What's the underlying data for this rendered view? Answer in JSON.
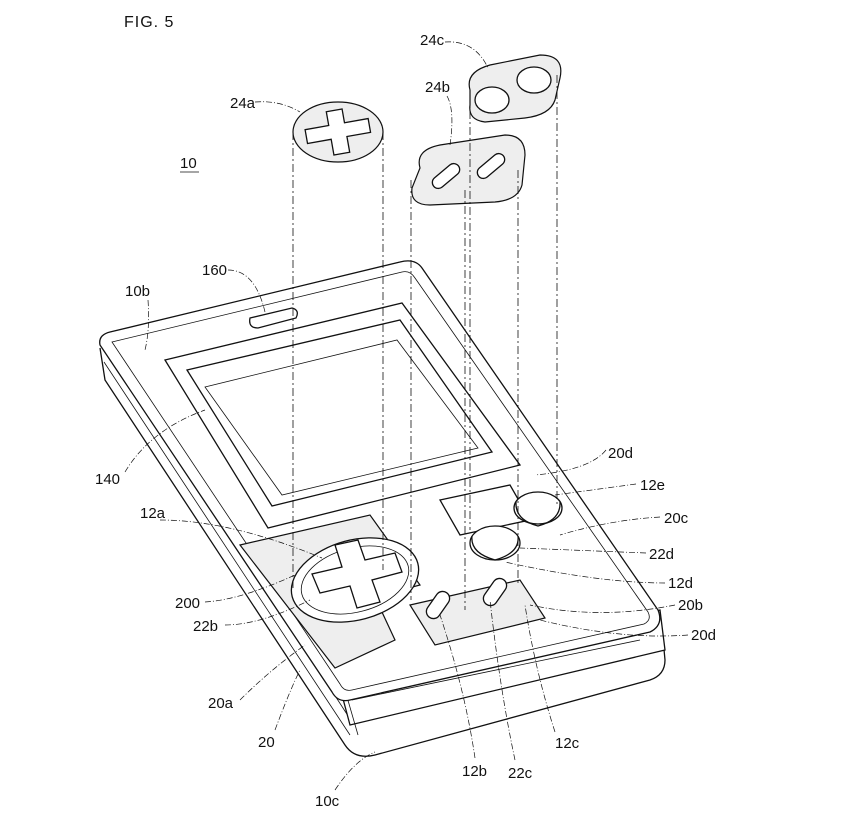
{
  "figure": {
    "title": "FIG. 5",
    "device_ref": "10",
    "labels": {
      "l24c": "24c",
      "l24a": "24a",
      "l24b": "24b",
      "l160": "160",
      "l10b": "10b",
      "l140": "140",
      "l20d_top": "20d",
      "l12e": "12e",
      "l12a": "12a",
      "l20c": "20c",
      "l22d": "22d",
      "l12d": "12d",
      "l200": "200",
      "l20b": "20b",
      "l22b": "22b",
      "l20d_bottom": "20d",
      "l20a": "20a",
      "l20": "20",
      "l12c": "12c",
      "l12b": "12b",
      "l22c": "22c",
      "l10c": "10c"
    }
  }
}
